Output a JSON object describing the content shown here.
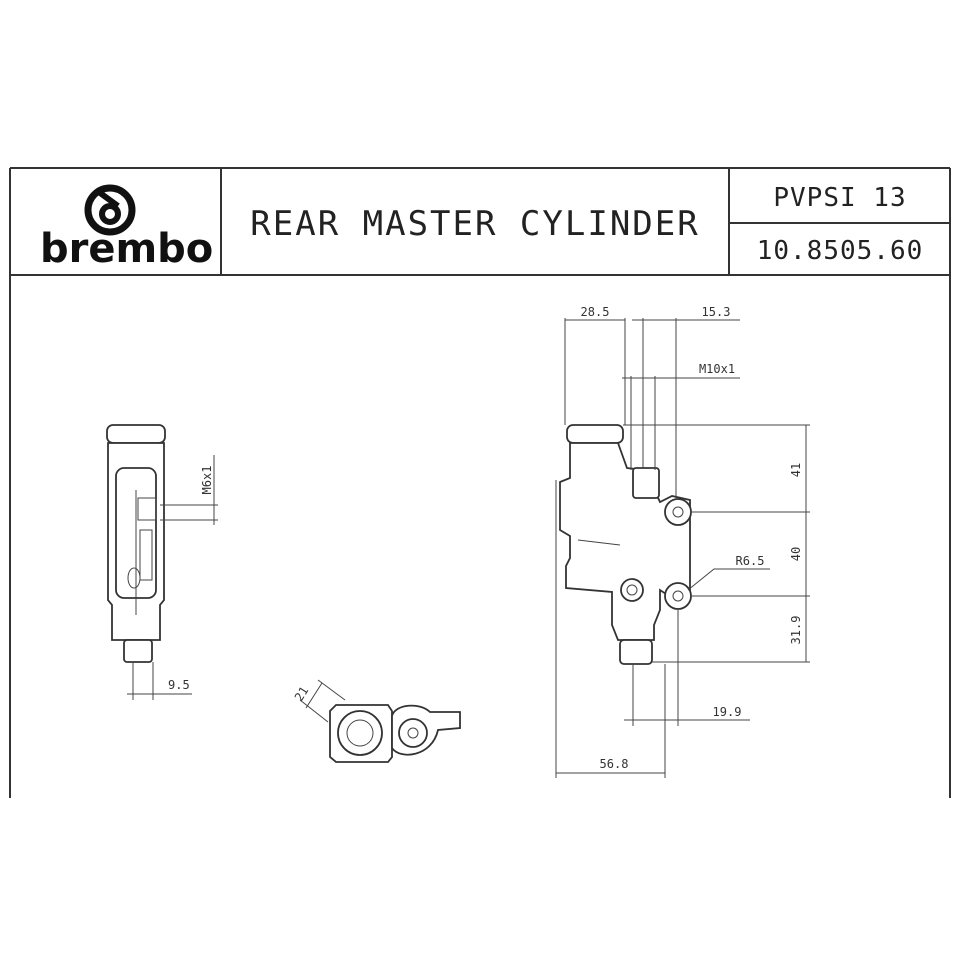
{
  "title_block": {
    "brand": "brembo",
    "title": "REAR MASTER CYLINDER",
    "model": "PVPSI 13",
    "part_number": "10.8505.60"
  },
  "dimensions": {
    "d_28_5": "28.5",
    "d_15_3": "15.3",
    "d_m10x1": "M10x1",
    "d_41": "41",
    "d_40": "40",
    "d_31_9": "31.9",
    "d_r6_5": "R6.5",
    "d_19_9": "19.9",
    "d_56_8": "56.8",
    "d_m6x1": "M6x1",
    "d_9_5": "9.5",
    "d_21": "21"
  },
  "icons": {
    "logo": "brembo-logo-icon"
  }
}
